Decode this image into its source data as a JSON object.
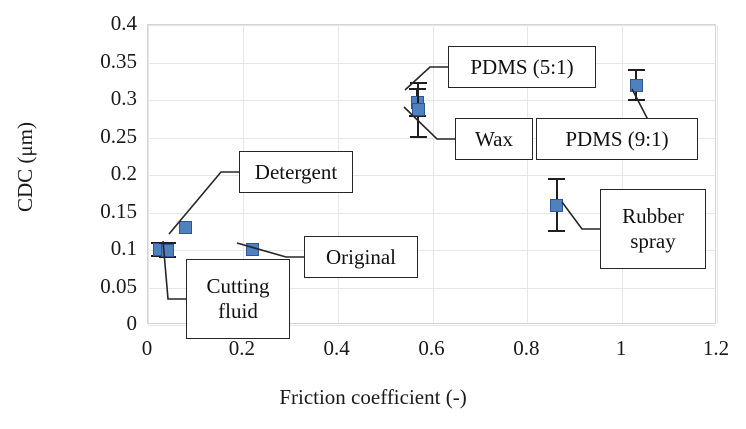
{
  "chart_data": {
    "type": "scatter",
    "title": "",
    "xlabel": "Friction coefficient (-)",
    "ylabel": "CDC (μm)",
    "xlim": [
      0,
      1.2
    ],
    "ylim": [
      0,
      0.4
    ],
    "xticks": [
      "0",
      "0.2",
      "0.4",
      "0.6",
      "0.8",
      "1",
      "1.2"
    ],
    "xtick_values": [
      0,
      0.2,
      0.4,
      0.6,
      0.8,
      1,
      1.2
    ],
    "yticks": [
      "0",
      "0.05",
      "0.1",
      "0.15",
      "0.2",
      "0.25",
      "0.3",
      "0.35",
      "0.4"
    ],
    "ytick_values": [
      0,
      0.05,
      0.1,
      0.15,
      0.2,
      0.25,
      0.3,
      0.35,
      0.4
    ],
    "grid": true,
    "legend": "none",
    "marker_color": "#4F81BD",
    "marker_edge_color": "#2F5597",
    "points": [
      {
        "label": "Cutting fluid",
        "x": 0.025,
        "y": 0.101,
        "yerr": 0.009
      },
      {
        "label": "Original",
        "x": 0.042,
        "y": 0.1,
        "yerr": 0.009
      },
      {
        "label": "Detergent",
        "x": 0.08,
        "y": 0.13,
        "yerr": 0.0
      },
      {
        "label": "Original",
        "x": 0.22,
        "y": 0.101,
        "yerr": 0.0
      },
      {
        "label": "PDMS (5:1)",
        "x": 0.568,
        "y": 0.297,
        "yerr": 0.018
      },
      {
        "label": "Wax",
        "x": 0.57,
        "y": 0.287,
        "yerr": 0.036
      },
      {
        "label": "Rubber spray",
        "x": 0.862,
        "y": 0.16,
        "yerr": 0.035
      },
      {
        "label": "PDMS (9:1)",
        "x": 1.03,
        "y": 0.32,
        "yerr": 0.02
      }
    ],
    "annotations": [
      {
        "text": "Detergent",
        "x": 0.318,
        "y": 0.212
      },
      {
        "text": "Cutting\nfluid",
        "x": 0.135,
        "y": 0.046
      },
      {
        "text": "Original",
        "x": 0.475,
        "y": 0.09
      },
      {
        "text": "PDMS (5:1)",
        "x": 0.72,
        "y": 0.34
      },
      {
        "text": "Wax",
        "x": 0.646,
        "y": 0.258
      },
      {
        "text": "PDMS (9:1)",
        "x": 0.935,
        "y": 0.255
      },
      {
        "text": "Rubber\nspray",
        "x": 1.092,
        "y": 0.145
      }
    ]
  }
}
